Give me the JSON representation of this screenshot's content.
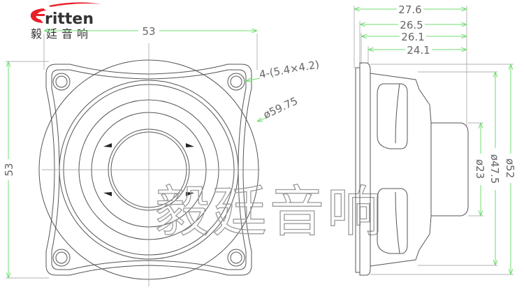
{
  "logo": {
    "brand": "Eritten",
    "brand_cn": "毅廷音响",
    "accent": "#e8202a"
  },
  "watermark": "毅廷音响",
  "front_view": {
    "width_dim": "53",
    "height_dim": "53",
    "hole_note": "4-(5.4×4.2)",
    "outer_diameter": "ø59.75"
  },
  "side_view": {
    "depth_dims": [
      "27.6",
      "26.5",
      "26.1",
      "24.1"
    ],
    "diameter_dims": [
      "ø52",
      "ø47.5",
      "ø23"
    ]
  },
  "colors": {
    "dimension_line": "#6fdc6f",
    "outline": "#555555",
    "text": "#666666"
  }
}
